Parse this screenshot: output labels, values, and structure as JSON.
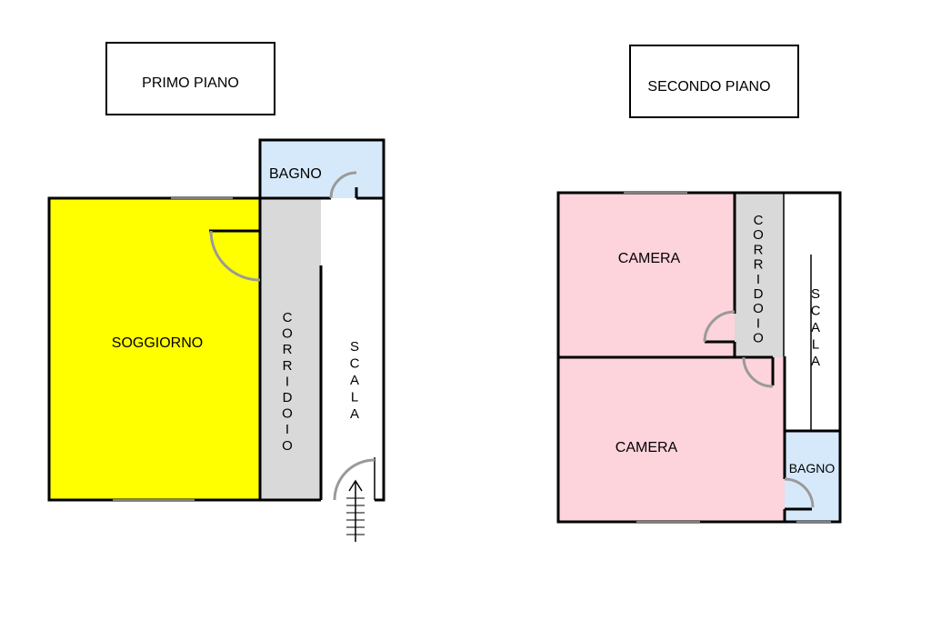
{
  "titles": {
    "first_floor": "PRIMO PIANO",
    "second_floor": "SECONDO PIANO"
  },
  "first_floor": {
    "bagno": "BAGNO",
    "soggiorno": "SOGGIORNO",
    "corridoio": "CORRIDOIO",
    "scala": "SCALA"
  },
  "second_floor": {
    "camera_top": "CAMERA",
    "camera_bottom": "CAMERA",
    "corridoio": "CORRIDOIO",
    "scala": "SCALA",
    "bagno": "BAGNO"
  },
  "colors": {
    "soggiorno": "#ffff00",
    "corridoio": "#d9d9d9",
    "bagno": "#d6e9fa",
    "camera": "#fdd3dc",
    "scala": "#ffffff"
  }
}
